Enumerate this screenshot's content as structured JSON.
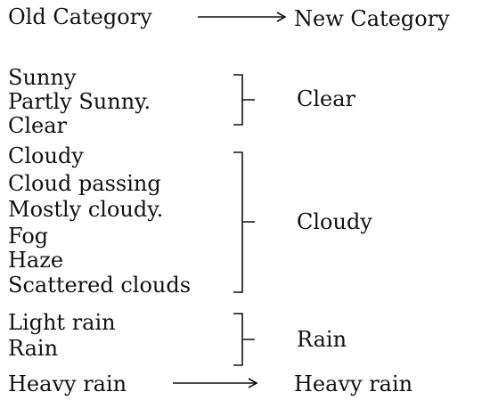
{
  "header": {
    "old_label": "Old Category",
    "new_label": "New Category"
  },
  "groups": [
    {
      "old": [
        "Sunny",
        "Partly Sunny.",
        "Clear"
      ],
      "new": "Clear"
    },
    {
      "old": [
        "Cloudy",
        "Cloud passing",
        "Mostly cloudy.",
        "Fog",
        "Haze",
        "Scattered clouds"
      ],
      "new": "Cloudy"
    },
    {
      "old": [
        "Light rain",
        "Rain"
      ],
      "new": "Rain"
    },
    {
      "old": [
        "Heavy rain"
      ],
      "new": "Heavy rain"
    }
  ]
}
